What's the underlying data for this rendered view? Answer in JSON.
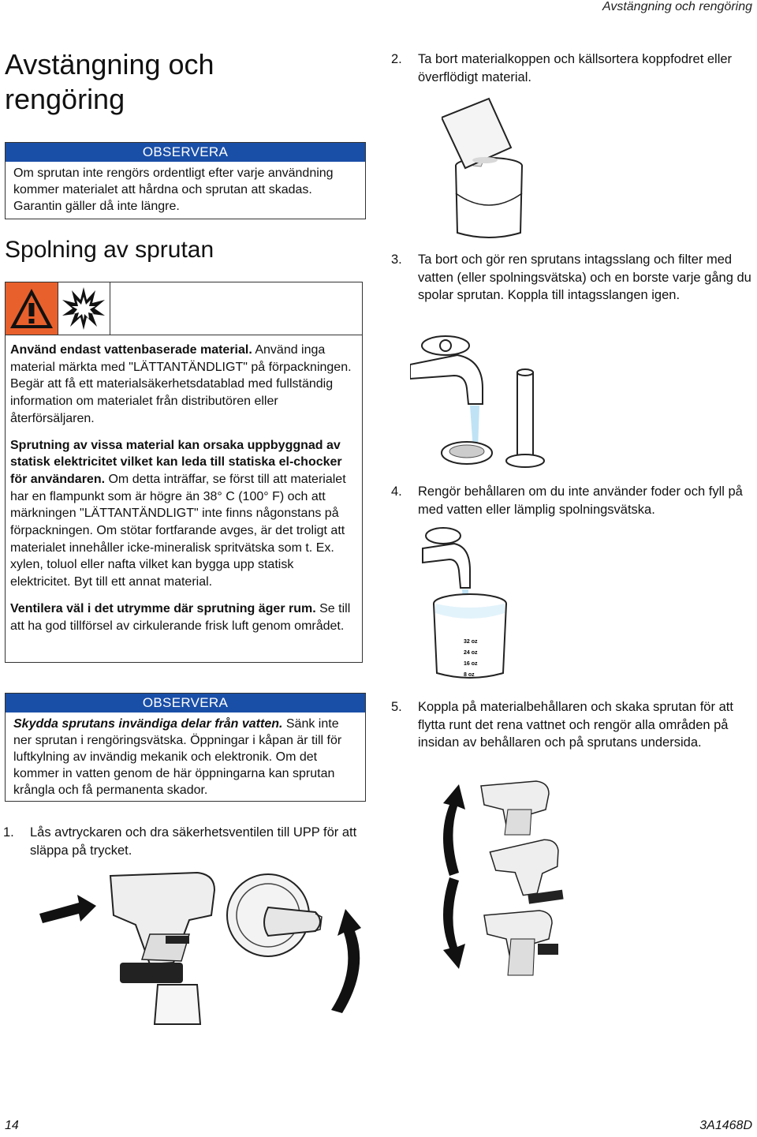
{
  "header": {
    "title": "Avstängning och rengöring"
  },
  "main_title": "Avstängning och rengöring",
  "note1": {
    "heading": "OBSERVERA",
    "text": "Om sprutan inte rengörs ordentligt efter varje användning kommer materialet att hårdna och sprutan att skadas. Garantin gäller då inte längre."
  },
  "section_title": "Spolning av sprutan",
  "warning": {
    "icons": [
      "warning-triangle-icon",
      "explosion-icon"
    ],
    "p1_bold": "Använd endast vattenbaserade material.",
    "p1_rest": " Använd inga material märkta med \"LÄTTANTÄNDLIGT\" på förpackningen. Begär att få ett materialsäkerhetsdatablad med fullständig information om materialet från distributören eller återförsäljaren.",
    "p2_bold": "Sprutning av vissa material kan orsaka uppbyggnad av statisk elektricitet vilket kan leda till statiska el-chocker för användaren.",
    "p2_rest": " Om detta inträffar, se först till att materialet har en flampunkt som är högre än 38° C (100° F) och att märkningen \"LÄTTANTÄNDLIGT\" inte finns någonstans på förpackningen. Om stötar fortfarande avges, är det troligt att materialet innehåller icke-mineralisk spritvätska som t. Ex. xylen, toluol eller nafta vilket kan bygga upp statisk elektricitet. Byt till ett annat material.",
    "p3_bold": "Ventilera väl i det utrymme där sprutning äger rum.",
    "p3_rest": " Se till att ha god tillförsel av cirkulerande frisk luft genom området."
  },
  "note2": {
    "heading": "OBSERVERA",
    "bold": "Skydda sprutans invändiga delar från vatten.",
    "rest": " Sänk inte ner sprutan i rengöringsvätska. Öppningar i kåpan är till för luftkylning av invändig mekanik och elektronik. Om det kommer in vatten genom de här öppningarna kan sprutan krångla och få permanenta skador."
  },
  "steps": [
    {
      "num": "1.",
      "text": "Lås avtryckaren och dra säkerhetsventilen till UPP för att släppa på trycket."
    },
    {
      "num": "2.",
      "text": "Ta bort materialkoppen och källsortera koppfodret eller överflödigt material."
    },
    {
      "num": "3.",
      "text": "Ta bort och gör ren sprutans intagsslang och filter med vatten (eller spolningsvätska) och en borste varje gång du spolar sprutan. Koppla till intagsslangen igen."
    },
    {
      "num": "4.",
      "text": "Rengör behållaren om du inte använder foder och fyll på med vatten eller lämplig spolningsvätska."
    },
    {
      "num": "5.",
      "text": "Koppla på materialbehållaren och skaka sprutan för att flytta runt det rena vattnet och rengör alla områden på insidan av behållaren och på sprutans undersida."
    }
  ],
  "container_labels": [
    "32 oz",
    "24 oz",
    "16 oz",
    "8 oz"
  ],
  "footer": {
    "page": "14",
    "doc_id": "3A1468D"
  },
  "colors": {
    "note_heading": "#1a4fa8",
    "warning_orange": "#e8602c"
  }
}
